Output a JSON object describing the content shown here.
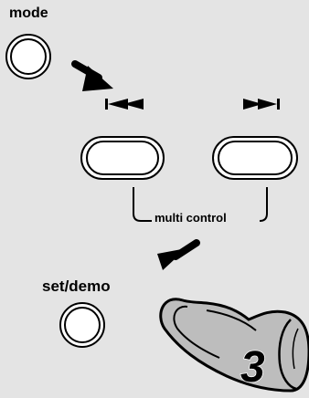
{
  "labels": {
    "mode": "mode",
    "multi_control": "multi control",
    "set_demo": "set/demo",
    "step_number": "3"
  },
  "icons": {
    "previous": "skip-previous-icon",
    "next": "skip-next-icon",
    "arrow_to_multi_control": "arrow-down-right-icon",
    "arrow_to_set_demo": "arrow-down-left-icon",
    "pressing_hand": "pointing-hand-icon"
  },
  "colors": {
    "background": "#e4e4e4",
    "line": "#000000",
    "button_fill": "#ffffff",
    "hand_fill": "#bdbdbd"
  }
}
